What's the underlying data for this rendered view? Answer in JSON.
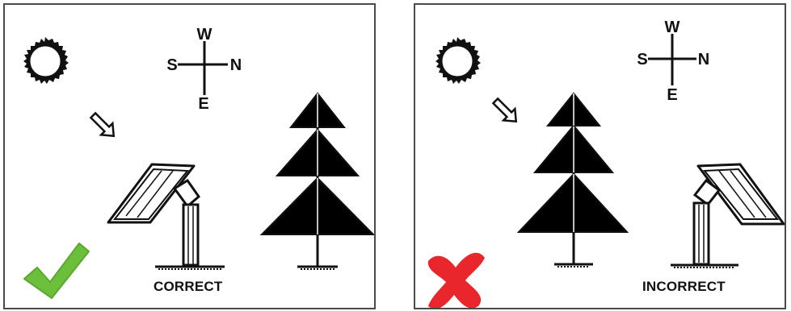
{
  "panels": [
    {
      "id": "correct",
      "caption": "CORRECT",
      "compass": {
        "top": "W",
        "left": "S",
        "right": "N",
        "bottom": "E"
      },
      "result_icon": "check-icon",
      "result_color": "#6cbf3b"
    },
    {
      "id": "incorrect",
      "caption": "INCORRECT",
      "compass": {
        "top": "W",
        "left": "S",
        "right": "N",
        "bottom": "E"
      },
      "result_icon": "cross-icon",
      "result_color": "#e8262b"
    }
  ],
  "colors": {
    "ink": "#111111",
    "panel_border": "#4a4a4a"
  }
}
